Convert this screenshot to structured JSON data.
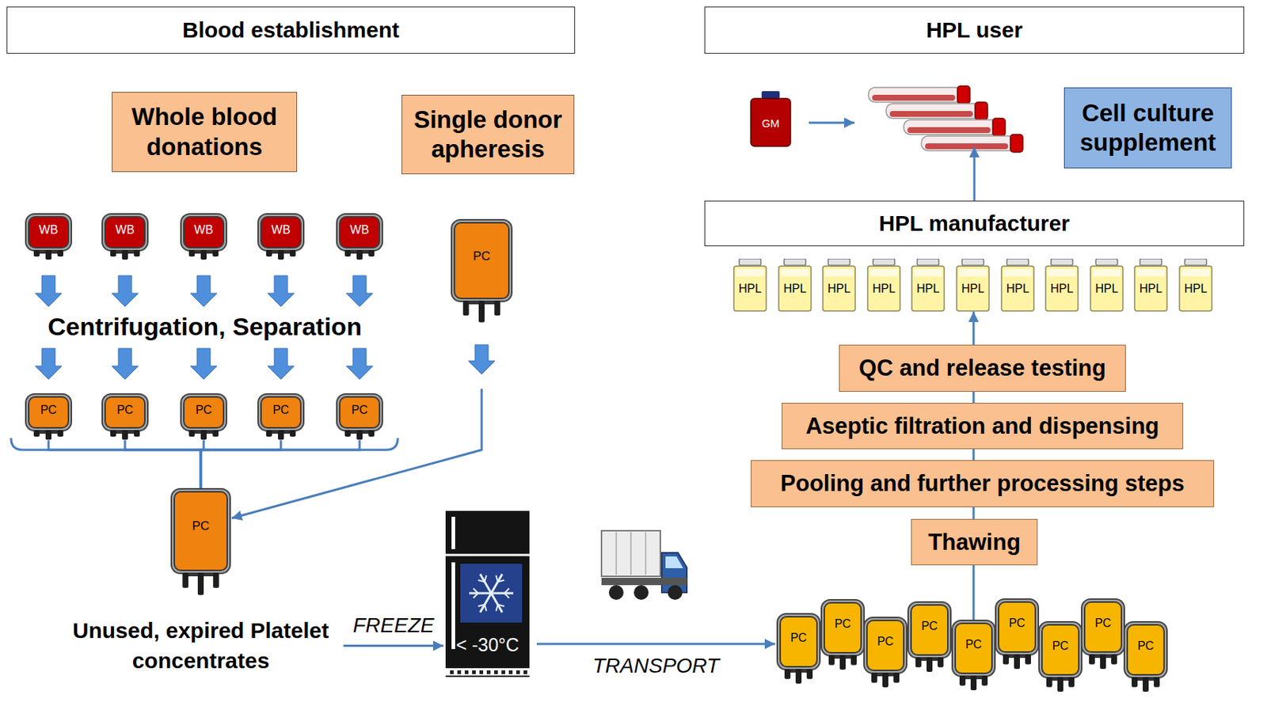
{
  "diagram": {
    "nodes": [
      {
        "text": [
          "Blood establishment"
        ]
      },
      {
        "text": [
          "HPL user"
        ]
      },
      {
        "text": [
          "Whole blood donations"
        ]
      },
      {
        "text": [
          "Single donor apheresis"
        ]
      },
      {
        "text": [
          "GM"
        ]
      },
      {
        "text": [
          "Cell culture supplement"
        ]
      },
      {
        "text": [
          "HPL manufacturer"
        ]
      },
      {
        "text": [
          "WB"
        ]
      },
      {
        "text": [
          "WB"
        ]
      },
      {
        "text": [
          "WB"
        ]
      },
      {
        "text": [
          "WB"
        ]
      },
      {
        "text": [
          "WB"
        ]
      },
      {
        "text": [
          "PC"
        ]
      },
      {
        "text": [
          "HPL"
        ]
      },
      {
        "text": [
          "HPL"
        ]
      },
      {
        "text": [
          "HPL"
        ]
      },
      {
        "text": [
          "HPL"
        ]
      },
      {
        "text": [
          "HPL"
        ]
      },
      {
        "text": [
          "HPL"
        ]
      },
      {
        "text": [
          "HPL"
        ]
      },
      {
        "text": [
          "HPL"
        ]
      },
      {
        "text": [
          "HPL"
        ]
      },
      {
        "text": [
          "HPL"
        ]
      },
      {
        "text": [
          "HPL"
        ]
      },
      {
        "text": [
          "PC"
        ]
      },
      {
        "text": [
          "PC"
        ]
      },
      {
        "text": [
          "PC"
        ]
      },
      {
        "text": [
          "PC"
        ]
      },
      {
        "text": [
          "PC"
        ]
      },
      {
        "text": [
          "QC and release testing"
        ]
      },
      {
        "text": [
          "Aseptic filtration and dispensing"
        ]
      },
      {
        "text": [
          "Pooling and further processing steps"
        ]
      },
      {
        "text": [
          "PC",
          "Unused, expired Platelet concentrates"
        ]
      },
      {
        "text": [
          "Thawing"
        ]
      },
      {
        "text": [
          "< -30°C"
        ]
      },
      {
        "text": [
          "PC"
        ]
      },
      {
        "text": [
          "PC"
        ]
      },
      {
        "text": [
          "PC"
        ]
      },
      {
        "text": [
          "PC"
        ]
      },
      {
        "text": [
          "PC"
        ]
      },
      {
        "text": [
          "PC"
        ]
      },
      {
        "text": [
          "PC"
        ]
      },
      {
        "text": [
          "PC"
        ]
      },
      {
        "text": [
          "PC"
        ]
      }
    ],
    "edges": [
      {
        "from": 7,
        "to": 24,
        "arrow": "to"
      },
      {
        "from": 8,
        "to": 25,
        "arrow": "to"
      },
      {
        "from": 9,
        "to": 26,
        "arrow": "to"
      },
      {
        "from": 10,
        "to": 27,
        "arrow": "to"
      },
      {
        "from": 11,
        "to": 28,
        "arrow": "to"
      },
      {
        "from": 24,
        "to": 32,
        "arrow": "none"
      },
      {
        "from": 25,
        "to": 32,
        "arrow": "none"
      },
      {
        "from": 26,
        "to": 32,
        "arrow": "none"
      },
      {
        "from": 27,
        "to": 32,
        "arrow": "none"
      },
      {
        "from": 28,
        "to": 32,
        "arrow": "none"
      },
      {
        "from": 12,
        "to": 32,
        "arrow": "to"
      },
      {
        "from": 32,
        "to": 34,
        "label": "FREEZE",
        "arrow": "to"
      },
      {
        "from": 34,
        "to": 35,
        "label": "TRANSPORT",
        "arrow": "to"
      },
      {
        "from": 39,
        "to": 33,
        "arrow": "none"
      },
      {
        "from": 33,
        "to": 31,
        "arrow": "none"
      },
      {
        "from": 31,
        "to": 30,
        "arrow": "none"
      },
      {
        "from": 30,
        "to": 29,
        "arrow": "none"
      },
      {
        "from": 29,
        "to": 18,
        "arrow": "to"
      },
      {
        "from": 6,
        "to": 4,
        "arrow": "to"
      }
    ],
    "labels": [
      "Centrifugation, Separation"
    ]
  }
}
